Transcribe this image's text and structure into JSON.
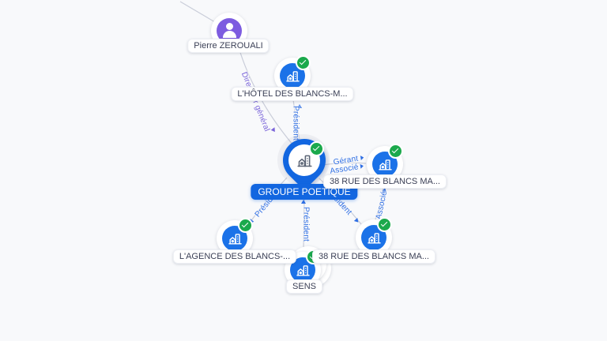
{
  "app": {
    "title": "company-network-graph"
  },
  "background": "#f8f9fb",
  "colors": {
    "company_icon_bg": "#1b72e8",
    "person_icon_bg": "#7d5ce0",
    "verified_badge_green": "#1ba94c",
    "center_pin_blue": "#1266e0",
    "edge_line_gray": "#c9cdd9",
    "edge_label_blue": "#2f6fe4",
    "edge_label_purple": "#7a64d9",
    "node_label_text": "#3a3f55"
  },
  "icons": {
    "company": "building-icon",
    "person": "person-icon",
    "verified": "check-badge-icon",
    "center": "map-pin-icon"
  },
  "nodes": [
    {
      "id": "pierre-zerouali",
      "type": "person",
      "label": "Pierre ZEROUALI",
      "verified": false
    },
    {
      "id": "hotel-des-blancs",
      "type": "company",
      "label": "L'HÔTEL DES BLANCS-M...",
      "verified": true
    },
    {
      "id": "groupe-poetique",
      "type": "company-pin",
      "label": "GROUPE POETIQUE",
      "verified": true
    },
    {
      "id": "38-rue-des-blancs-1",
      "type": "company",
      "label": "38 RUE DES BLANCS MA...",
      "verified": true
    },
    {
      "id": "agence-des-blancs",
      "type": "company",
      "label": "L'AGENCE DES BLANCS-...",
      "verified": true
    },
    {
      "id": "sens",
      "type": "company-stack",
      "label": "SENS",
      "verified": true
    },
    {
      "id": "38-rue-des-blancs-2",
      "type": "company",
      "label": "38 RUE DES BLANCS MA...",
      "verified": true
    }
  ],
  "edge_labels": [
    {
      "text": "Directeur général",
      "relation": "Pierre ZEROUALI → GROUPE POETIQUE"
    },
    {
      "text": "Président",
      "relation": "GROUPE POETIQUE → L'HÔTEL DES BLANCS-M..."
    },
    {
      "text": "Gérant",
      "relation": "GROUPE POETIQUE → 38 RUE DES BLANCS MA..."
    },
    {
      "text": "Associé",
      "relation": "GROUPE POETIQUE → 38 RUE DES BLANCS MA..."
    },
    {
      "text": "Président",
      "relation": "GROUPE POETIQUE → L'AGENCE DES BLANCS-..."
    },
    {
      "text": "Président",
      "relation": "GROUPE POETIQUE → SENS"
    },
    {
      "text": "Président",
      "relation": "GROUPE POETIQUE → 38 RUE DES BLANCS MA... (2)"
    },
    {
      "text": "Associé",
      "relation": "38 RUE DES BLANCS MA... → 38 RUE DES BLANCS MA... (2)"
    }
  ]
}
